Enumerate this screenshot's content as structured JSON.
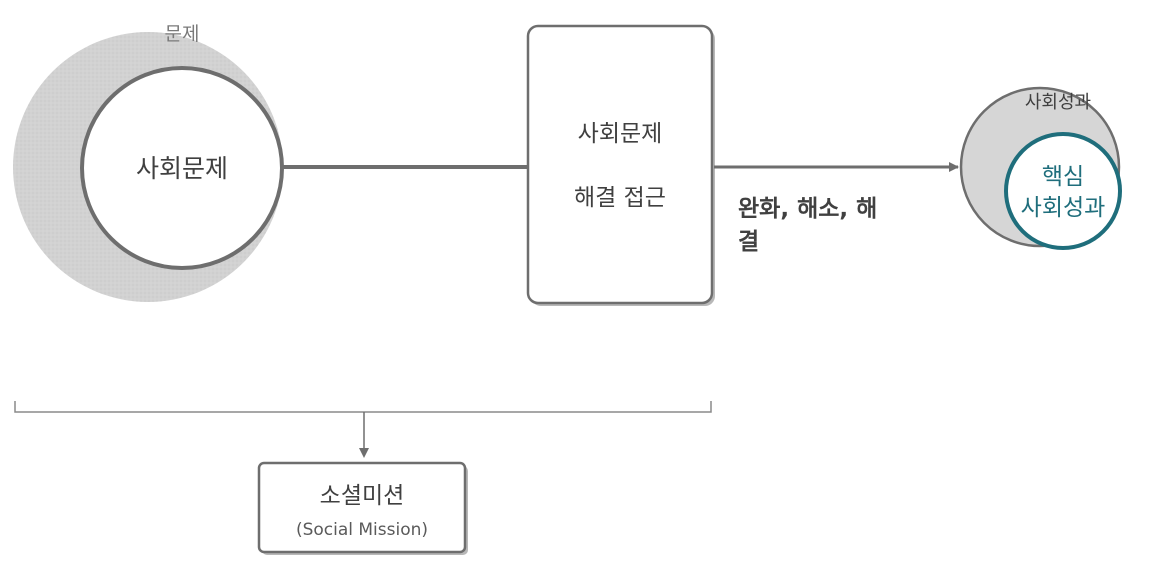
{
  "problem": {
    "outer_label": "문제",
    "inner_label": "사회문제"
  },
  "approach_box": {
    "line1": "사회문제",
    "line2": "해결 접근"
  },
  "arrow_label": {
    "line1": "완화, 해소, 해",
    "line2": "결"
  },
  "outcome": {
    "outer_label": "사회성과",
    "inner_line1": "핵심",
    "inner_line2": "사회성과"
  },
  "mission_box": {
    "title": "소셜미션",
    "subtitle": "(Social Mission)"
  },
  "colors": {
    "ring_fill": "#d4d4d4",
    "stroke": "#6e6e6e",
    "text": "#404040",
    "accent": "#1f6e7c"
  }
}
